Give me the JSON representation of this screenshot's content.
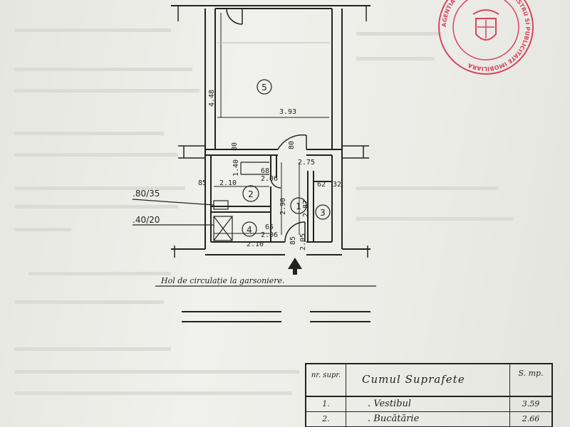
{
  "plan": {
    "room_5_number": "5",
    "room_1_number": "1",
    "room_2_number": "2",
    "room_3_number": "3",
    "room_4_number": "4",
    "dim_448": "4.48",
    "dim_393": "3.93",
    "dim_140": "1.40",
    "dim_210a": "2.10",
    "dim_210b": "2.10",
    "dim_68": "68",
    "dim_206a": "2.06",
    "dim_206b": "2.06",
    "dim_65": "65",
    "dim_80": "80",
    "dim_80b": "80",
    "dim_275": "2.75",
    "dim_62": "62",
    "dim_32": "32",
    "dim_85": "85",
    "dim_85b": "85",
    "dim_287": "2.87",
    "dim_205": "2.05",
    "dim_290": "2.90",
    "vent_8035": ".80/35",
    "vent_4020": ".40/20",
    "corridor_caption": "Hol de circulație la garsoniere."
  },
  "stamp": {
    "ring_text": "AGENTIA NATIONALA DE CADASTRU SI PUBLICITATE IMOBILIARA"
  },
  "table": {
    "col_nr": "nr. supr.",
    "col_name": "Cumul Suprafete",
    "col_area": "S. mp.",
    "rows": [
      {
        "nr": "1.",
        "name": ". Vestibul",
        "area": "3.59"
      },
      {
        "nr": "2.",
        "name": ". Bucătărie",
        "area": "2.66"
      }
    ]
  },
  "colors": {
    "ink": "#222222",
    "stamp": "#d9435e",
    "paper": "#ececE7"
  }
}
